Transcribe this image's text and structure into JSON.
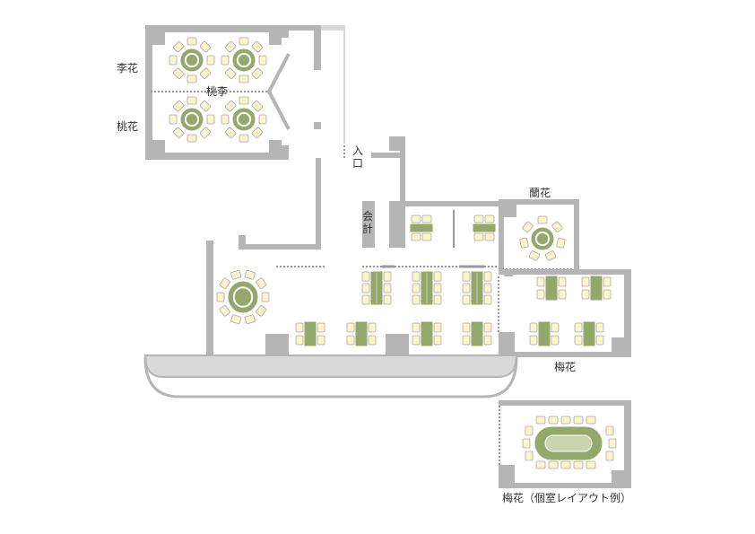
{
  "colors": {
    "wall": "#b5b5b5",
    "wall_light": "#d9d9d9",
    "divider": "#9a9a9a",
    "table": "#95a86b",
    "table_inner": "#c9d6ad",
    "table_stroke": "#ffffff",
    "chair": "#fbf6c9",
    "chair_stroke": "#a8a8a8",
    "text": "#333333"
  },
  "labels": {
    "sumomo": "李花",
    "momo": "桃花",
    "torimomo": "桃李",
    "entrance": "入口",
    "cashier": "会計",
    "ranka": "蘭花",
    "baika": "梅花",
    "baika_private": "梅花（個室レイアウト例）"
  }
}
